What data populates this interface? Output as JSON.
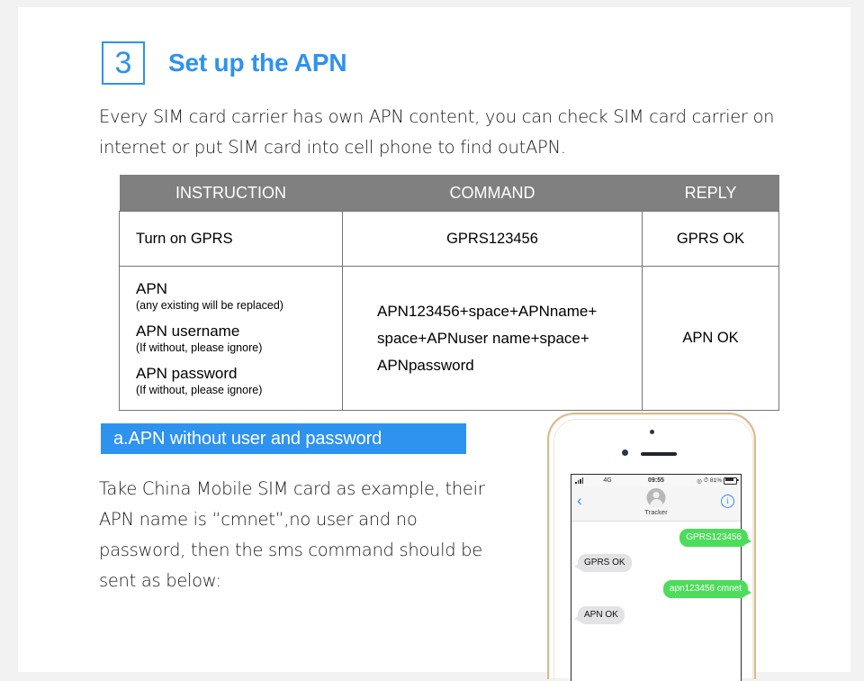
{
  "section": {
    "step_number": "3",
    "title": "Set up the APN",
    "intro": "Every SIM card carrier has own APN content, you can check SIM card carrier on internet or put SIM card into cell phone to find outAPN.",
    "accent_color": "#2e92ef"
  },
  "table": {
    "header_bg": "#808080",
    "columns": [
      "INSTRUCTION",
      "COMMAND",
      "REPLY"
    ],
    "rows": [
      {
        "instruction": "Turn on GPRS",
        "command": "GPRS123456",
        "reply": "GPRS OK"
      },
      {
        "instruction_groups": [
          {
            "main": "APN",
            "sub": "(any existing will be replaced)"
          },
          {
            "main": "APN username",
            "sub": "(If without, please ignore)"
          },
          {
            "main": "APN password",
            "sub": "(If without, please ignore)"
          }
        ],
        "command_lines": [
          "APN123456+space+APNname+",
          "space+APNuser name+space+",
          "APNpassword"
        ],
        "reply": "APN OK"
      }
    ]
  },
  "callout": {
    "label": "a.APN without user and password",
    "bg": "#2e92ef"
  },
  "explanation": "Take China Mobile SIM card as example, their APN name is “cmnet”,no user and no password, then the sms command should be sent as below:",
  "phone": {
    "status_bar": {
      "network": "4G",
      "time": "09:55",
      "battery_percent": "81%"
    },
    "nav": {
      "contact_name": "Tracker",
      "back_glyph": "‹",
      "info_glyph": "i"
    },
    "messages": [
      {
        "text": "GPRS123456",
        "direction": "sent"
      },
      {
        "text": "GPRS OK",
        "direction": "received"
      },
      {
        "text": "apn123456 cmnet",
        "direction": "sent"
      },
      {
        "text": "APN OK",
        "direction": "received"
      }
    ],
    "bubble_sent_color": "#4ddc5b",
    "bubble_received_color": "#e3e3e5"
  }
}
